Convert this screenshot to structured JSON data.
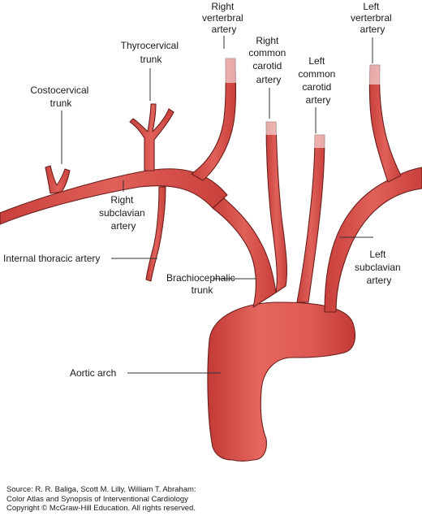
{
  "labels": {
    "right_vertebral": [
      "Right",
      "verterbral",
      "artery"
    ],
    "left_vertebral": [
      "Left",
      "verterbral",
      "artery"
    ],
    "thyrocervical": [
      "Thyrocervical",
      "trunk"
    ],
    "right_common_carotid": [
      "Right",
      "common",
      "carotid",
      "artery"
    ],
    "left_common_carotid": [
      "Left",
      "common",
      "carotid",
      "artery"
    ],
    "costocervical": [
      "Costocervical",
      "trunk"
    ],
    "right_subclavian": [
      "Right",
      "subclavian",
      "artery"
    ],
    "internal_thoracic": "Internal thoracic artery",
    "brachiocephalic": [
      "Brachiocephalic",
      "trunk"
    ],
    "left_subclavian": [
      "Left",
      "subclavian",
      "artery"
    ],
    "aortic_arch": "Aortic arch"
  },
  "source": {
    "line1": "Source: R. R. Baliga, Scott M. Lilly, William T. Abraham:",
    "line2": "Color Atlas and Synopsis of Interventional Cardiology",
    "line3": "Copyright © McGraw-Hill Education. All rights reserved."
  },
  "colors": {
    "vessel": "#d9534d",
    "vessel_dark": "#b8322f",
    "vessel_light": "#ef8a82",
    "outline": "#6b1f1c"
  }
}
